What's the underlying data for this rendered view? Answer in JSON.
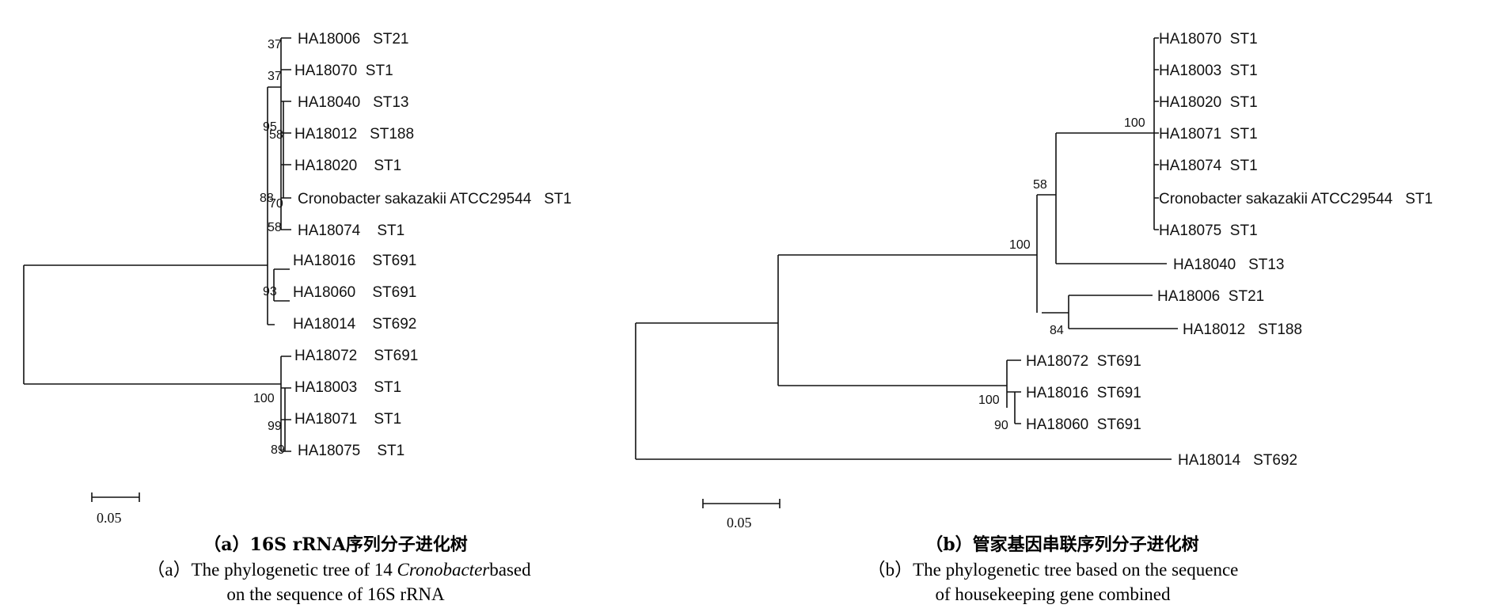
{
  "scale_bar": "0.05",
  "panel_a": {
    "leaves": [
      "HA18006   ST21",
      "HA18070  ST1",
      "HA18040   ST13",
      "HA18012   ST188",
      "HA18020    ST1",
      "Cronobacter sakazakii ATCC29544   ST1",
      "HA18074    ST1",
      "HA18016    ST691",
      "HA18060    ST691",
      "HA18014    ST692",
      "HA18072    ST691",
      "HA18003    ST1",
      "HA18071    ST1",
      "HA18075    ST1"
    ],
    "bootstrap": [
      "37",
      "37",
      "95",
      "58",
      "88",
      "70",
      "58",
      "93",
      "100",
      "99",
      "89"
    ],
    "caption_zh": "（a）16S rRNA序列分子进化树",
    "caption_en_1a": "（a）The phylogenetic tree of 14 ",
    "caption_en_1b": "Cronobacter",
    "caption_en_1c": "based",
    "caption_en_2": "on the sequence of 16S rRNA"
  },
  "panel_b": {
    "leaves": [
      "HA18070  ST1",
      "HA18003  ST1",
      "HA18020  ST1",
      "HA18071  ST1",
      "HA18074  ST1",
      "Cronobacter sakazakii ATCC29544   ST1",
      "HA18075  ST1",
      "HA18040   ST13",
      "HA18006  ST21",
      "HA18012   ST188",
      "HA18072  ST691",
      "HA18016  ST691",
      "HA18060  ST691",
      "HA18014   ST692"
    ],
    "bootstrap": [
      "100",
      "58",
      "100",
      "84",
      "100",
      "90"
    ],
    "caption_zh": "（b）管家基因串联序列分子进化树",
    "caption_en_1": "（b）The phylogenetic tree based on the sequence",
    "caption_en_2": "of housekeeping gene combined"
  }
}
